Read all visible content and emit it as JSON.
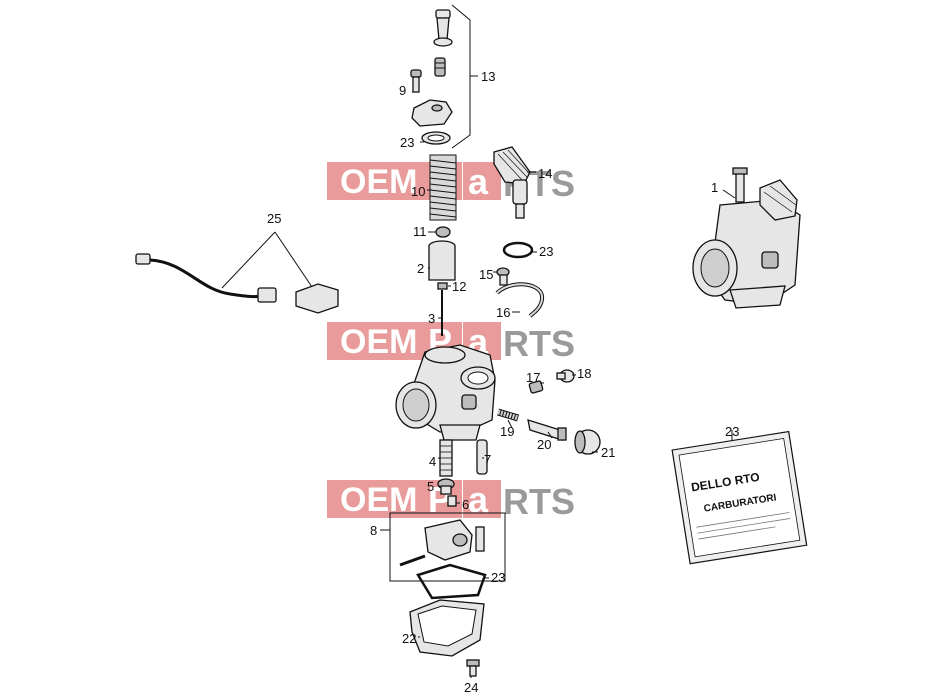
{
  "watermark": {
    "part1": "OEM",
    "part2": "P",
    "part3": "a",
    "part4": "RTS",
    "color_red": "#e06060",
    "color_gray": "#9a9a9a"
  },
  "callouts": {
    "c1": "1",
    "c2": "2",
    "c3": "3",
    "c4": "4",
    "c5": "5",
    "c6": "6",
    "c7": "7",
    "c8": "8",
    "c9": "9",
    "c10": "10",
    "c11": "11",
    "c12": "12",
    "c13": "13",
    "c14": "14",
    "c15": "15",
    "c16": "16",
    "c17": "17",
    "c18": "18",
    "c19": "19",
    "c20": "20",
    "c21": "21",
    "c22": "22",
    "c23a": "23",
    "c23b": "23",
    "c23c": "23",
    "c23d": "23",
    "c24": "24",
    "c25": "25"
  },
  "manual": {
    "brand": "DELLO RTO",
    "subtitle": "CARBURATORI"
  }
}
